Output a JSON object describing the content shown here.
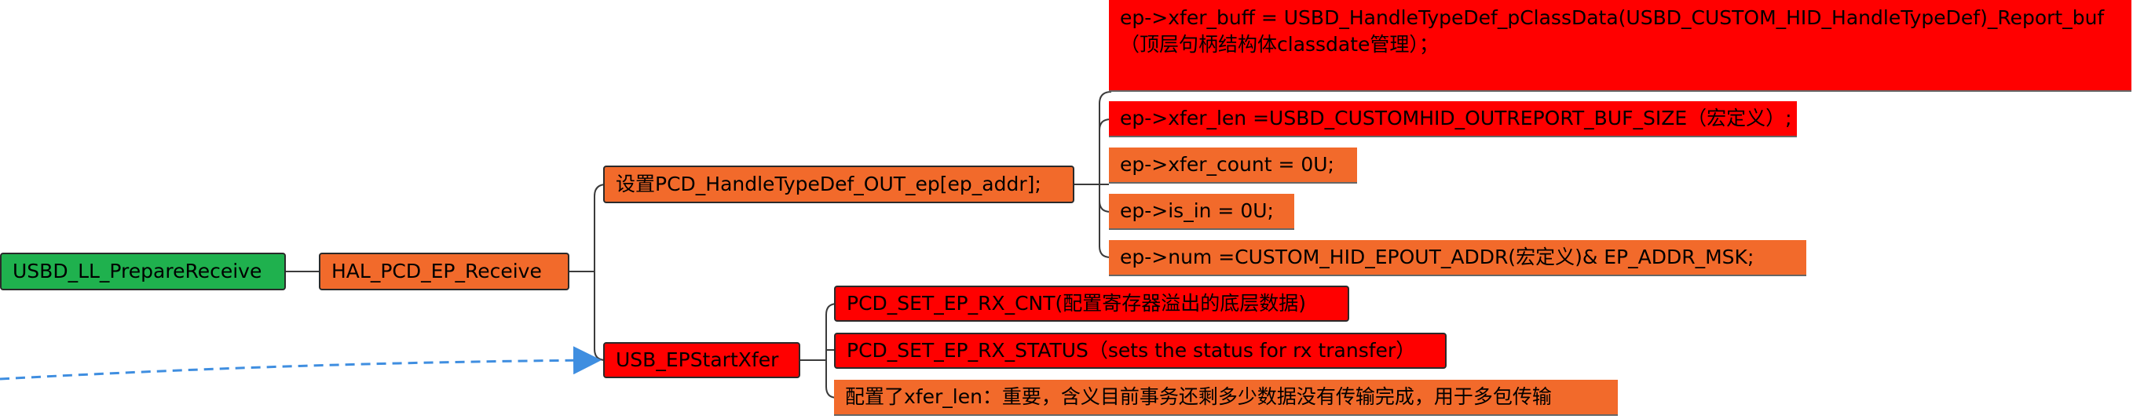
{
  "colors": {
    "root": "#1fb14e",
    "process": "#f26a2b",
    "highlight": "#ff0000",
    "connector": "#3b3b3b",
    "dashed_arrow": "#3f8ee0"
  },
  "nodes": {
    "prepare_receive": "USBD_LL_PrepareReceive",
    "ep_receive": "HAL_PCD_EP_Receive",
    "set_out_ep": "设置PCD_HandleTypeDef_OUT_ep[ep_addr];",
    "start_xfer": "USB_EPStartXfer",
    "xfer_buff": "ep->xfer_buff = USBD_HandleTypeDef_pClassData(USBD_CUSTOM_HID_HandleTypeDef)_Report_buf（顶层句柄结构体classdate管理）；",
    "xfer_len": "ep->xfer_len =USBD_CUSTOMHID_OUTREPORT_BUF_SIZE（宏定义）;",
    "xfer_count": "ep->xfer_count = 0U;",
    "is_in": "ep->is_in = 0U;",
    "num": "ep->num =CUSTOM_HID_EPOUT_ADDR(宏定义)& EP_ADDR_MSK;",
    "rx_cnt": "PCD_SET_EP_RX_CNT(配置寄存器溢出的底层数据)",
    "rx_status": "PCD_SET_EP_RX_STATUS（sets the status for rx transfer）",
    "xfer_len_note": "配置了xfer_len：重要，含义目前事务还剩多少数据没有传输完成，用于多包传输"
  }
}
